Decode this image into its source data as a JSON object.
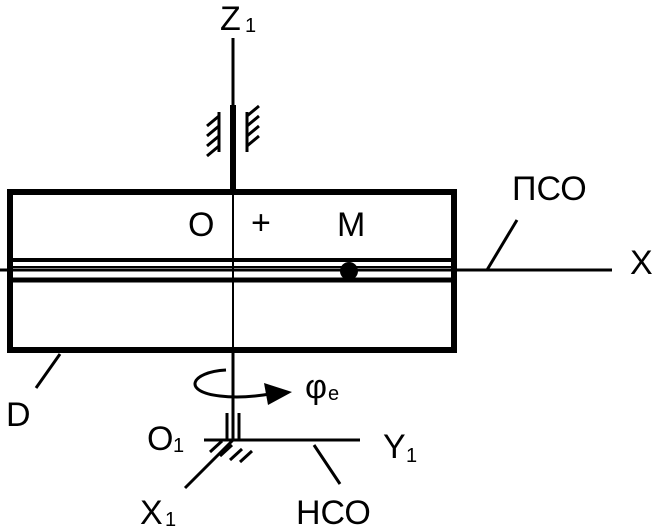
{
  "labels": {
    "z_axis": "Z",
    "z_axis_sub": "1",
    "x_axis": "X",
    "pso": "ПСО",
    "origin_o": "O",
    "plus": "+",
    "point_m": "M",
    "disk_d": "D",
    "phi": "φ",
    "phi_sub": "e",
    "origin_o1": "O",
    "origin_o1_sub": "1",
    "y1_axis": "Y",
    "y1_axis_sub": "1",
    "x1_axis": "X",
    "x1_axis_sub": "1",
    "nso": "НСО"
  }
}
